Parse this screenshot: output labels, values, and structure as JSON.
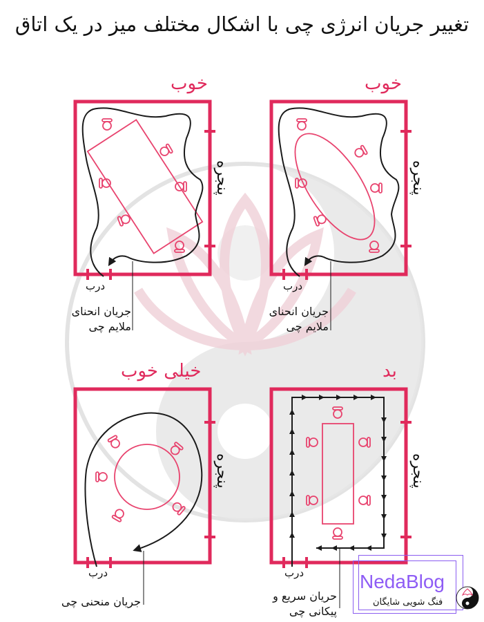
{
  "title": "تغییر جریان انرژی چی با اشکال مختلف میز در یک اتاق",
  "panels": [
    {
      "id": "top-right",
      "rating": "خوب",
      "table_shape": "oval",
      "window_label": "پنجره",
      "door_label": "درب",
      "flow_label_line1": "جریان انحنای",
      "flow_label_line2": "ملایم چی"
    },
    {
      "id": "top-left",
      "rating": "خوب",
      "table_shape": "rectangle-diagonal",
      "window_label": "پنجره",
      "door_label": "درب",
      "flow_label_line1": "جریان انحنای",
      "flow_label_line2": "ملایم چی"
    },
    {
      "id": "bottom-left",
      "rating": "خیلی خوب",
      "table_shape": "round",
      "window_label": "پنجره",
      "door_label": "درب",
      "flow_label_line1": "جریان منحنی چی",
      "flow_label_line2": ""
    },
    {
      "id": "bottom-right",
      "rating": "بد",
      "table_shape": "rectangle",
      "window_label": "پنجره",
      "door_label": "درب",
      "flow_label_line1": "حریان سریع و",
      "flow_label_line2": "پیکانی چی"
    }
  ],
  "watermark": {
    "brand": "NedaBlog",
    "subtitle": "فنگ شویی شایگان",
    "icon": "yin-yang-lotus-icon"
  },
  "colors": {
    "room_wall": "#e02a5c",
    "furniture": "#e8436e",
    "flow_line": "#1a1a1a",
    "watermark_purple": "#8e5cf5",
    "background_logo": "#e6e6e6"
  }
}
